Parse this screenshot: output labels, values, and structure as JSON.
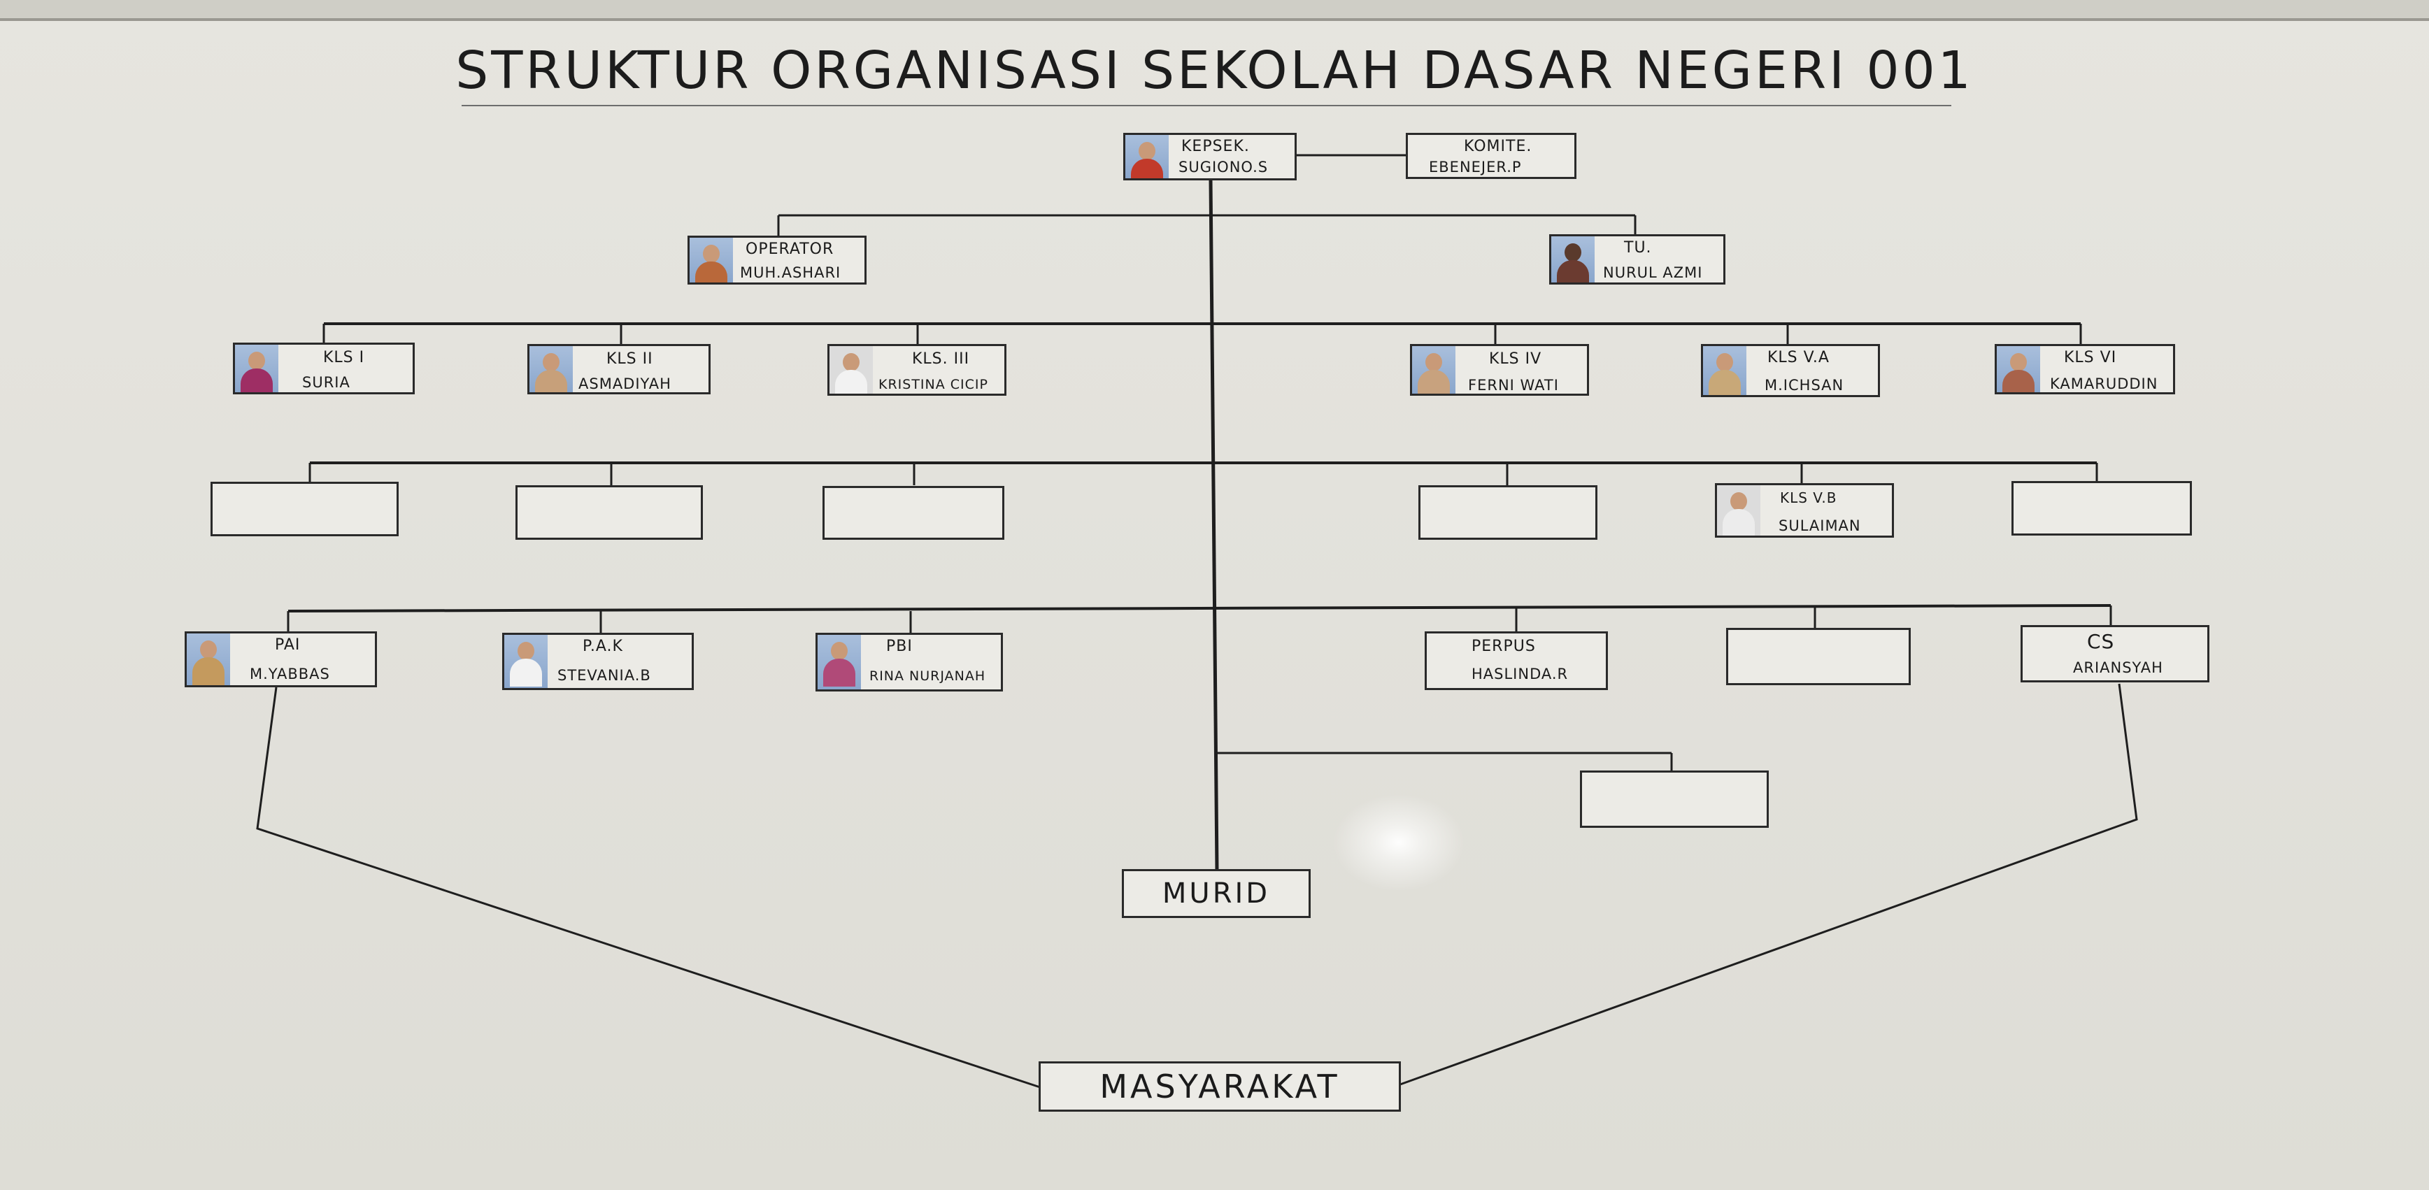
{
  "title": "STRUKTUR   ORGANISASI   SEKOLAH DASAR NEGERI 001",
  "nodes": {
    "kepsek": {
      "role": "KEPSEK.",
      "name": "SUGIONO.S"
    },
    "komite": {
      "role": "KOMITE.",
      "name": "EBENEJER.P"
    },
    "operator": {
      "role": "OPERATOR",
      "name": "MUH.ASHARI"
    },
    "tu": {
      "role": "TU.",
      "name": "NURUL AZMI"
    },
    "kls1": {
      "role": "KLS I",
      "name": "SURIA"
    },
    "kls2": {
      "role": "KLS II",
      "name": "ASMADIYAH"
    },
    "kls3": {
      "role": "KLS. III",
      "name": "KRISTINA CICIP"
    },
    "kls4": {
      "role": "KLS IV",
      "name": "FERNI WATI"
    },
    "kls5a": {
      "role": "KLS V.A",
      "name": "M.ICHSAN"
    },
    "kls6": {
      "role": "KLS VI",
      "name": "KAMARUDDIN"
    },
    "kls5b": {
      "role": "KLS V.B",
      "name": "SULAIMAN"
    },
    "pai": {
      "role": "PAI",
      "name": "M.YABBAS"
    },
    "pak": {
      "role": "P.A.K",
      "name": "STEVANIA.B"
    },
    "pbi": {
      "role": "PBI",
      "name": "RINA NURJANAH"
    },
    "perpus": {
      "role": "PERPUS",
      "name": "HASLINDA.R"
    },
    "cs": {
      "role": "CS",
      "name": "ARIANSYAH"
    },
    "murid": {
      "label": "MURID"
    },
    "masyarakat": {
      "label": "MASYARAKAT"
    }
  }
}
